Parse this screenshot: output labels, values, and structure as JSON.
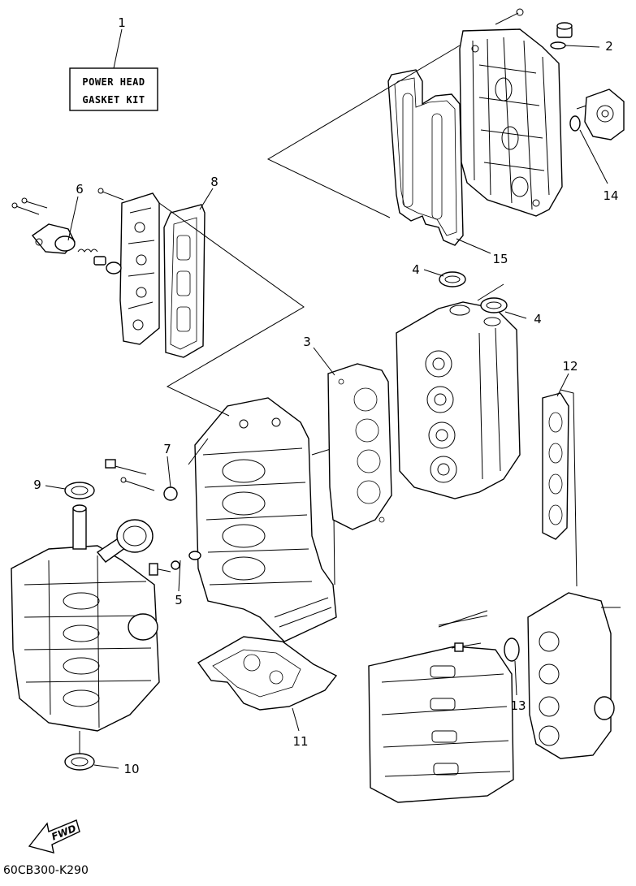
{
  "kit_label": {
    "line1": "POWER HEAD",
    "line2": "GASKET KIT"
  },
  "callouts": {
    "c1": "1",
    "c2": "2",
    "c3": "3",
    "c4a": "4",
    "c4b": "4",
    "c5": "5",
    "c6": "6",
    "c7": "7",
    "c8": "8",
    "c9": "9",
    "c10": "10",
    "c11": "11",
    "c12": "12",
    "c13": "13",
    "c14": "14",
    "c15": "15"
  },
  "fwd_label": "FWD",
  "diagram_code": "60CB300-K290"
}
